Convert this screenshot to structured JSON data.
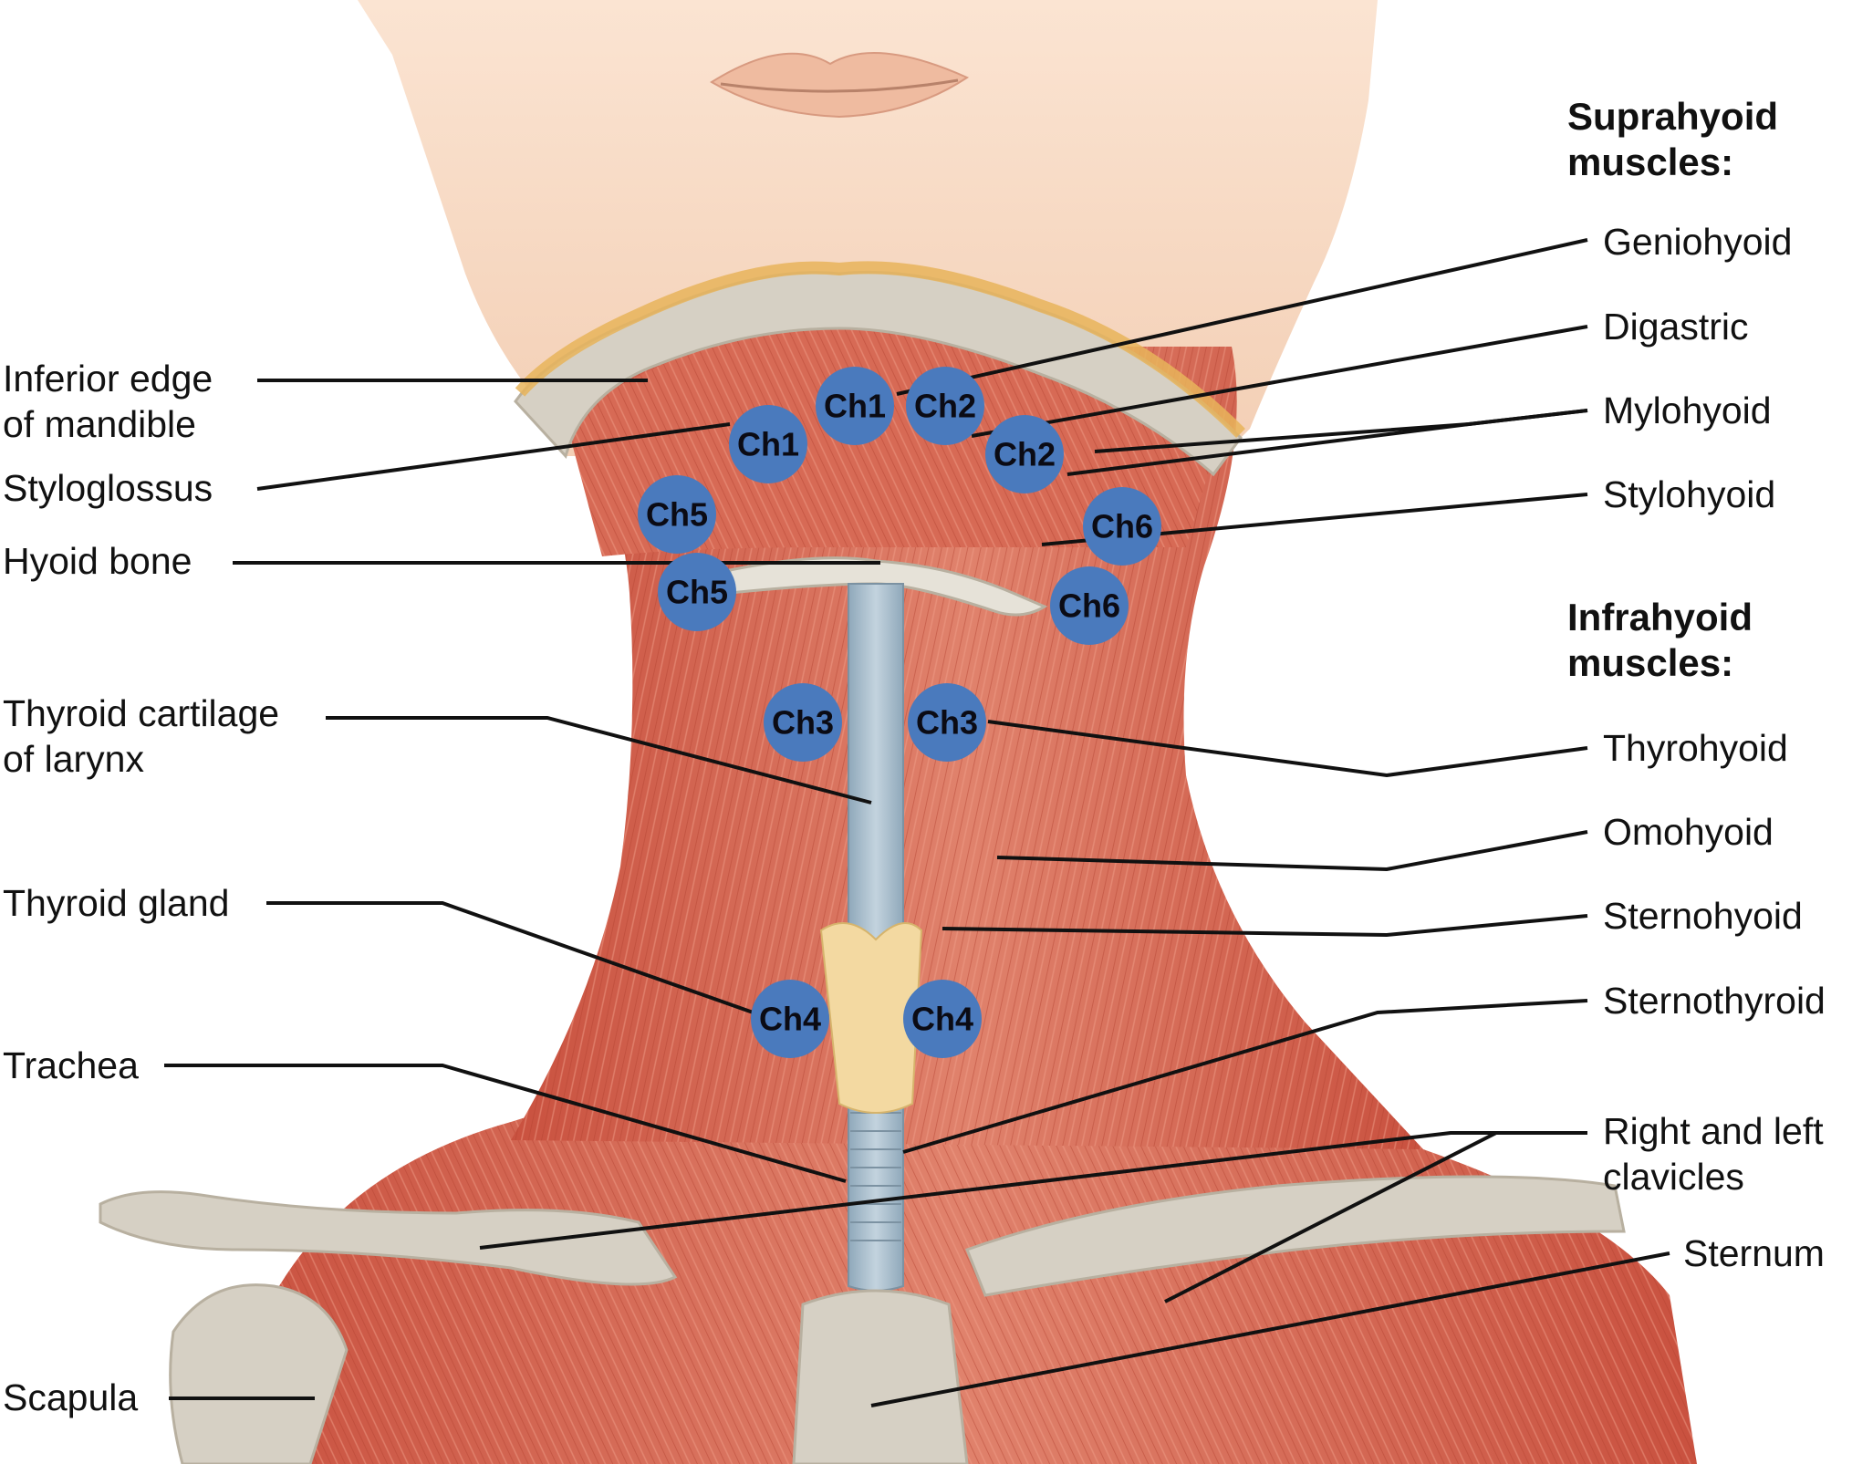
{
  "headings": {
    "suprahyoid": [
      "Suprahyoid",
      "muscles:"
    ],
    "infrahyoid": [
      "Infrahyoid",
      "muscles:"
    ]
  },
  "labels_left": {
    "inferior_edge": [
      "Inferior edge",
      "of mandible"
    ],
    "styloglossus": "Styloglossus",
    "hyoid_bone": "Hyoid bone",
    "thyroid_cartilage": [
      "Thyroid cartilage",
      "of larynx"
    ],
    "thyroid_gland": "Thyroid gland",
    "trachea": "Trachea",
    "scapula": "Scapula"
  },
  "labels_right": {
    "geniohyoid": "Geniohyoid",
    "digastric": "Digastric",
    "mylohyoid": "Mylohyoid",
    "stylohyoid": "Stylohyoid",
    "thyrohyoid": "Thyrohyoid",
    "omohyoid": "Omohyoid",
    "sternohyoid": "Sternohyoid",
    "sternothyroid": "Sternothyroid",
    "clavicles": [
      "Right and left",
      "clavicles"
    ],
    "sternum": "Sternum"
  },
  "badges": {
    "ch1_left": "Ch1",
    "ch1_right": "Ch1",
    "ch2_left": "Ch2",
    "ch2_right": "Ch2",
    "ch3_left": "Ch3",
    "ch3_right": "Ch3",
    "ch4_left": "Ch4",
    "ch4_right": "Ch4",
    "ch5_upper": "Ch5",
    "ch5_lower": "Ch5",
    "ch6_upper": "Ch6",
    "ch6_lower": "Ch6"
  },
  "colors": {
    "badge_fill": "#4a7abd",
    "muscle": "#d9715f",
    "skin": "#f8dcc8",
    "bone": "#d6d0c4",
    "cartilage": "#a6bccb",
    "gland": "#f3d9a1"
  }
}
